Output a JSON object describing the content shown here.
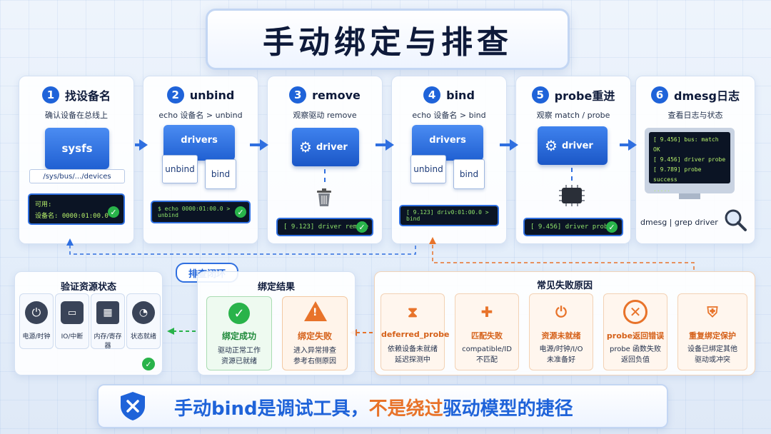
{
  "title": "手动绑定与排查",
  "steps": [
    {
      "num": "1",
      "title": "找设备名",
      "sub": "确认设备在总线上",
      "folder": "sysfs",
      "path": "/sys/bus/.../devices",
      "term_line1": "可用:",
      "term_line2": "设备名: 0000:01:00.0"
    },
    {
      "num": "2",
      "title": "unbind",
      "sub": "echo 设备名 > unbind",
      "folder": "drivers",
      "doc1": "unbind",
      "doc2": "bind",
      "term": "$ echo 0000:01:00.0 > unbind"
    },
    {
      "num": "3",
      "title": "remove",
      "sub": "观察驱动 remove",
      "chip": "driver",
      "term": "[    9.123] driver remove"
    },
    {
      "num": "4",
      "title": "bind",
      "sub": "echo 设备名 > bind",
      "folder": "drivers",
      "doc1": "unbind",
      "doc2": "bind",
      "term": "[  9.123] driv0:01:00.0 > bind"
    },
    {
      "num": "5",
      "title": "probe重进",
      "sub": "观察 match / probe",
      "chip": "driver",
      "term": "[    9.456] driver probe"
    },
    {
      "num": "6",
      "title": "dmesg日志",
      "sub": "查看日志与状态",
      "log": [
        "[     9.456] bus: match OK",
        "[     9.456] driver probe",
        "[     9.789] probe success",
        "  ....."
      ],
      "caption": "dmesg | grep driver"
    }
  ],
  "loop_tag": "排查闭环",
  "verify": {
    "title": "验证资源状态",
    "items": [
      {
        "label": "电源/时钟",
        "icon": "power-icon"
      },
      {
        "label": "IO/中断",
        "icon": "io-icon"
      },
      {
        "label": "内存/寄存器",
        "icon": "chip-icon"
      },
      {
        "label": "状态就绪",
        "icon": "gauge-icon"
      }
    ]
  },
  "result": {
    "title": "绑定结果",
    "success_title": "绑定成功",
    "success_desc1": "驱动正常工作",
    "success_desc2": "资源已就绪",
    "fail_title": "绑定失败",
    "fail_desc1": "进入异常排查",
    "fail_desc2": "参考右侧原因"
  },
  "failures": {
    "title": "常见失败原因",
    "items": [
      {
        "title": "deferred_probe",
        "d1": "依赖设备未就绪",
        "d2": "延迟探测中",
        "icon": "hourglass-icon"
      },
      {
        "title": "匹配失败",
        "d1": "compatible/ID",
        "d2": "不匹配",
        "icon": "puzzle-icon"
      },
      {
        "title": "资源未就绪",
        "d1": "电源/时钟/I/O",
        "d2": "未准备好",
        "icon": "power-icon"
      },
      {
        "title": "probe返回错误",
        "d1": "probe 函数失败",
        "d2": "返回负值",
        "icon": "error-icon"
      },
      {
        "title": "重复绑定保护",
        "d1": "设备已绑定其他",
        "d2": "驱动或冲突",
        "icon": "shield-icon"
      }
    ]
  },
  "footer": {
    "part1": "手动bind是调试工具，",
    "part2": "不是绕过",
    "part3": "驱动模型的捷径"
  },
  "colors": {
    "accent": "#1f63d9",
    "warn": "#e8732a",
    "ok": "#29b34a"
  }
}
